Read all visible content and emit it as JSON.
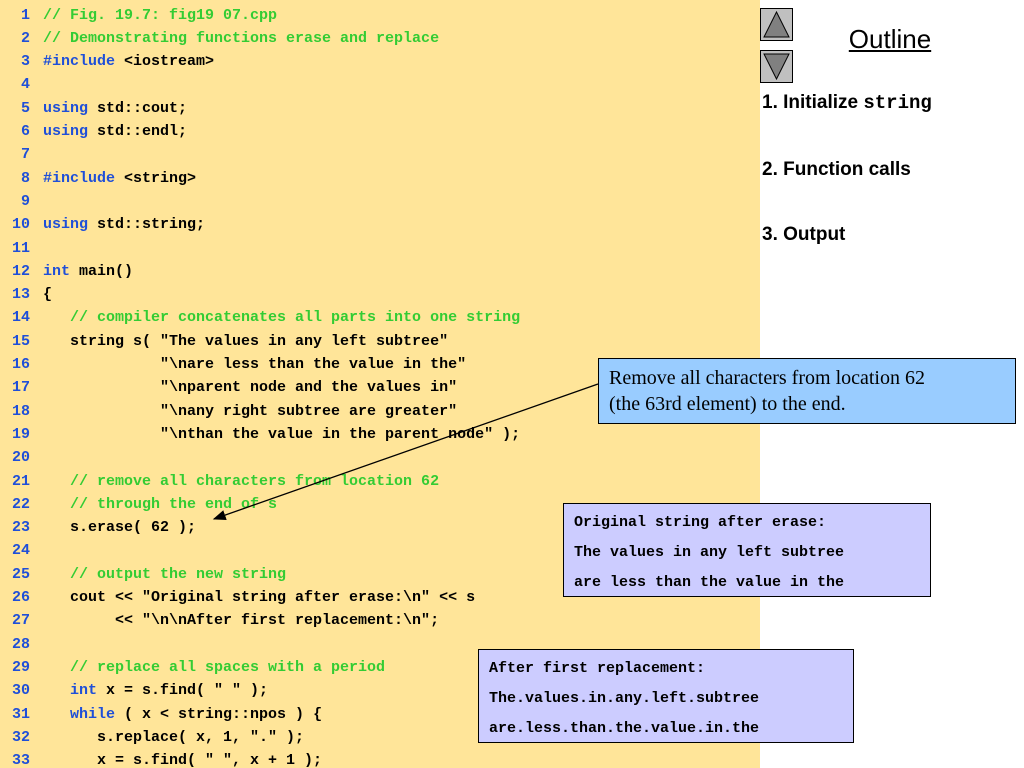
{
  "code": {
    "lines": [
      {
        "num": "1",
        "parts": [
          {
            "t": "// Fig. 19.7: fig19 07.cpp",
            "c": "comment"
          }
        ]
      },
      {
        "num": "2",
        "parts": [
          {
            "t": "// Demonstrating functions erase and replace",
            "c": "comment"
          }
        ]
      },
      {
        "num": "3",
        "parts": [
          {
            "t": "#include",
            "c": "kw"
          },
          {
            "t": " <iostream>",
            "c": "txt"
          }
        ]
      },
      {
        "num": "4",
        "parts": []
      },
      {
        "num": "5",
        "parts": [
          {
            "t": "using",
            "c": "kw"
          },
          {
            "t": " std::cout;",
            "c": "txt"
          }
        ]
      },
      {
        "num": "6",
        "parts": [
          {
            "t": "using",
            "c": "kw"
          },
          {
            "t": " std::endl;",
            "c": "txt"
          }
        ]
      },
      {
        "num": "7",
        "parts": []
      },
      {
        "num": "8",
        "parts": [
          {
            "t": "#include",
            "c": "kw"
          },
          {
            "t": " <string>",
            "c": "txt"
          }
        ]
      },
      {
        "num": "9",
        "parts": []
      },
      {
        "num": "10",
        "parts": [
          {
            "t": "using",
            "c": "kw"
          },
          {
            "t": " std::string;",
            "c": "txt"
          }
        ]
      },
      {
        "num": "11",
        "parts": []
      },
      {
        "num": "12",
        "parts": [
          {
            "t": "int",
            "c": "kw"
          },
          {
            "t": " main()",
            "c": "txt"
          }
        ]
      },
      {
        "num": "13",
        "parts": [
          {
            "t": "{",
            "c": "txt"
          }
        ]
      },
      {
        "num": "14",
        "parts": [
          {
            "t": "   // compiler concatenates all parts into one string",
            "c": "comment"
          }
        ]
      },
      {
        "num": "15",
        "parts": [
          {
            "t": "   string s( \"The values in any left subtree\"",
            "c": "txt"
          }
        ]
      },
      {
        "num": "16",
        "parts": [
          {
            "t": "             \"\\nare less than the value in the\"",
            "c": "txt"
          }
        ]
      },
      {
        "num": "17",
        "parts": [
          {
            "t": "             \"\\nparent node and the values in\"",
            "c": "txt"
          }
        ]
      },
      {
        "num": "18",
        "parts": [
          {
            "t": "             \"\\nany right subtree are greater\"",
            "c": "txt"
          }
        ]
      },
      {
        "num": "19",
        "parts": [
          {
            "t": "             \"\\nthan the value in the parent node\" );",
            "c": "txt"
          }
        ]
      },
      {
        "num": "20",
        "parts": []
      },
      {
        "num": "21",
        "parts": [
          {
            "t": "   // remove all characters from location 62",
            "c": "comment"
          }
        ]
      },
      {
        "num": "22",
        "parts": [
          {
            "t": "   // through the end of s",
            "c": "comment"
          }
        ]
      },
      {
        "num": "23",
        "parts": [
          {
            "t": "   s.erase( 62 );",
            "c": "txt"
          }
        ]
      },
      {
        "num": "24",
        "parts": []
      },
      {
        "num": "25",
        "parts": [
          {
            "t": "   // output the new string",
            "c": "comment"
          }
        ]
      },
      {
        "num": "26",
        "parts": [
          {
            "t": "   cout << \"Original string after erase:\\n\" << s",
            "c": "txt"
          }
        ]
      },
      {
        "num": "27",
        "parts": [
          {
            "t": "        << \"\\n\\nAfter first replacement:\\n\";",
            "c": "txt"
          }
        ]
      },
      {
        "num": "28",
        "parts": []
      },
      {
        "num": "29",
        "parts": [
          {
            "t": "   // replace all spaces with a period",
            "c": "comment"
          }
        ]
      },
      {
        "num": "30",
        "parts": [
          {
            "t": "   ",
            "c": "txt"
          },
          {
            "t": "int",
            "c": "kw"
          },
          {
            "t": " x = s.find( \" \" );",
            "c": "txt"
          }
        ]
      },
      {
        "num": "31",
        "parts": [
          {
            "t": "   ",
            "c": "txt"
          },
          {
            "t": "while",
            "c": "kw"
          },
          {
            "t": " ( x < string::npos ) {",
            "c": "txt"
          }
        ]
      },
      {
        "num": "32",
        "parts": [
          {
            "t": "      s.replace( x, 1, \".\" );",
            "c": "txt"
          }
        ]
      },
      {
        "num": "33",
        "parts": [
          {
            "t": "      x = s.find( \" \", x + 1 );",
            "c": "txt"
          }
        ]
      }
    ]
  },
  "nav": {
    "prev_icon": "triangle-up-icon",
    "next_icon": "triangle-down-icon"
  },
  "outline": {
    "title": "Outline",
    "items": [
      {
        "label": "1. Initialize ",
        "code": "string"
      },
      {
        "label": "2. Function calls",
        "code": ""
      },
      {
        "label": "3. Output",
        "code": ""
      }
    ]
  },
  "callout": {
    "text_line1": "Remove all characters from location 62",
    "text_line2": "(the 63rd element) to the end."
  },
  "output1": {
    "lines": [
      "Original string after erase:",
      "The values in any left subtree",
      "are less than the value in the"
    ]
  },
  "output2": {
    "lines": [
      "After first replacement:",
      "The.values.in.any.left.subtree",
      "are.less.than.the.value.in.the"
    ]
  },
  "colors": {
    "code_bg": "#ffe599",
    "line_number": "#1f4fd8",
    "comment": "#33cc33",
    "keyword": "#1f4fd8",
    "callout_bg": "#99ccff",
    "output_bg": "#ccccff"
  }
}
